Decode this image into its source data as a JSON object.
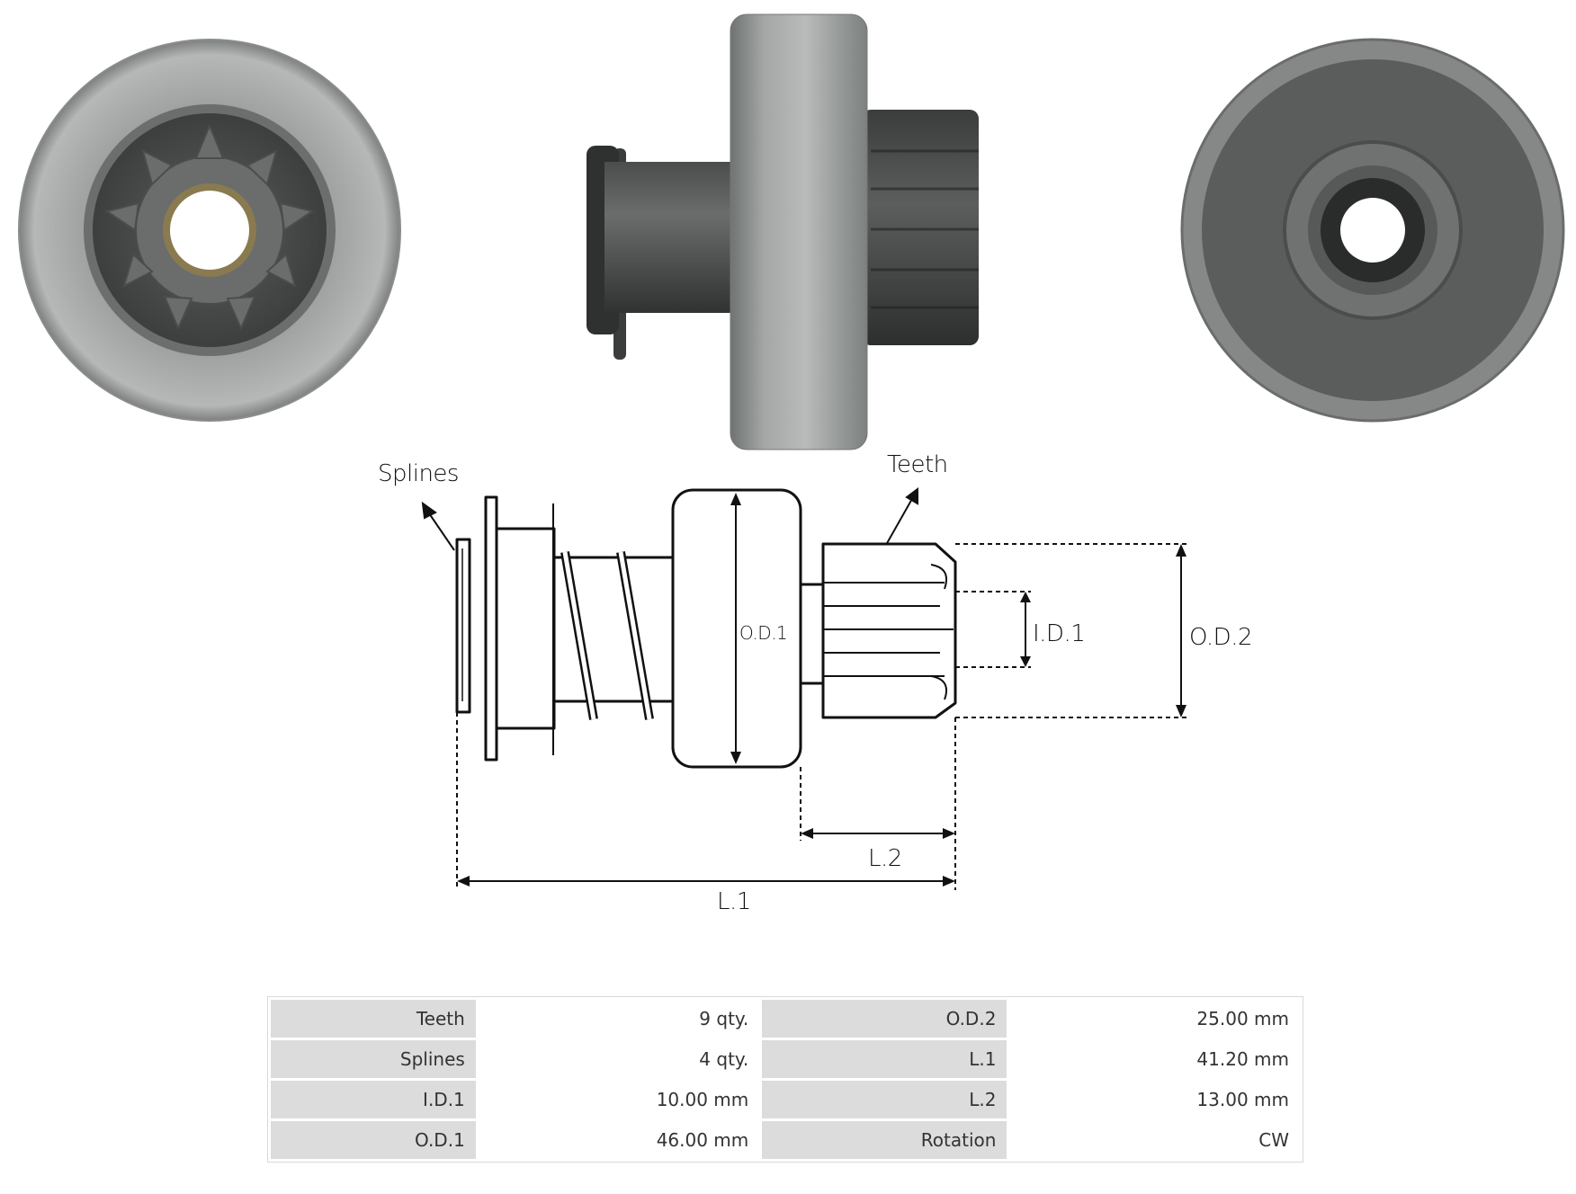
{
  "diagram": {
    "callouts": {
      "splines": "Splines",
      "teeth": "Teeth"
    },
    "dimensions": {
      "od1": "O.D.1",
      "od2": "O.D.2",
      "id1": "I.D.1",
      "l1": "L.1",
      "l2": "L.2"
    }
  },
  "specs": {
    "rows": [
      {
        "label1": "Teeth",
        "value1": "9 qty.",
        "label2": "O.D.2",
        "value2": "25.00 mm"
      },
      {
        "label1": "Splines",
        "value1": "4 qty.",
        "label2": "L.1",
        "value2": "41.20 mm"
      },
      {
        "label1": "I.D.1",
        "value1": "10.00 mm",
        "label2": "L.2",
        "value2": "13.00 mm"
      },
      {
        "label1": "O.D.1",
        "value1": "46.00 mm",
        "label2": "Rotation",
        "value2": "CW"
      }
    ]
  }
}
